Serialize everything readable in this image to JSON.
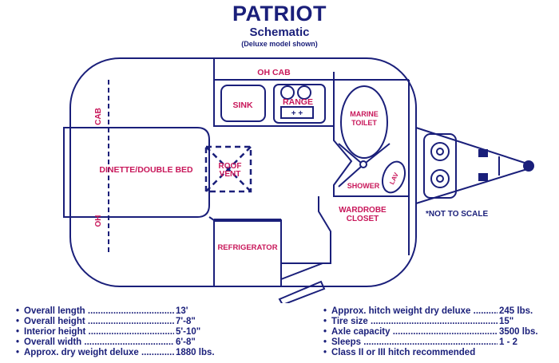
{
  "header": {
    "title": "PATRIOT",
    "subtitle": "Schematic",
    "note": "(Deluxe model shown)"
  },
  "plan_labels": {
    "oh_cab_top": "OH CAB",
    "sink": "SINK",
    "range": "RANGE",
    "range_burners": "+ +",
    "marine_toilet_1": "MARINE",
    "marine_toilet_2": "TOILET",
    "cab": "CAB",
    "oh": "OH",
    "dinette": "DINETTE/DOUBLE BED",
    "roof_vent_1": "ROOF",
    "roof_vent_2": "VENT",
    "shower": "SHOWER",
    "lav": "LAV",
    "wardrobe_1": "WARDROBE",
    "wardrobe_2": "CLOSET",
    "refrigerator": "REFRIGERATOR",
    "not_to_scale": "*NOT TO SCALE"
  },
  "colors": {
    "outline": "#1a1f7a",
    "label": "#c8175a"
  },
  "specs_left": [
    {
      "label": "Overall length",
      "value": "13'"
    },
    {
      "label": "Overall height",
      "value": "7'-8\""
    },
    {
      "label": "Interior height",
      "value": "5'-10\""
    },
    {
      "label": "Overall width",
      "value": "6'-8\""
    },
    {
      "label": "Approx. dry weight deluxe",
      "value": "1880 lbs."
    }
  ],
  "specs_right": [
    {
      "label": "Approx. hitch weight dry deluxe",
      "value": "245 lbs."
    },
    {
      "label": "Tire size",
      "value": "15\""
    },
    {
      "label": "Axle capacity",
      "value": "3500 lbs."
    },
    {
      "label": "Sleeps",
      "value": "1 - 2"
    },
    {
      "label": "Class II or III hitch recommended",
      "value": ""
    }
  ]
}
